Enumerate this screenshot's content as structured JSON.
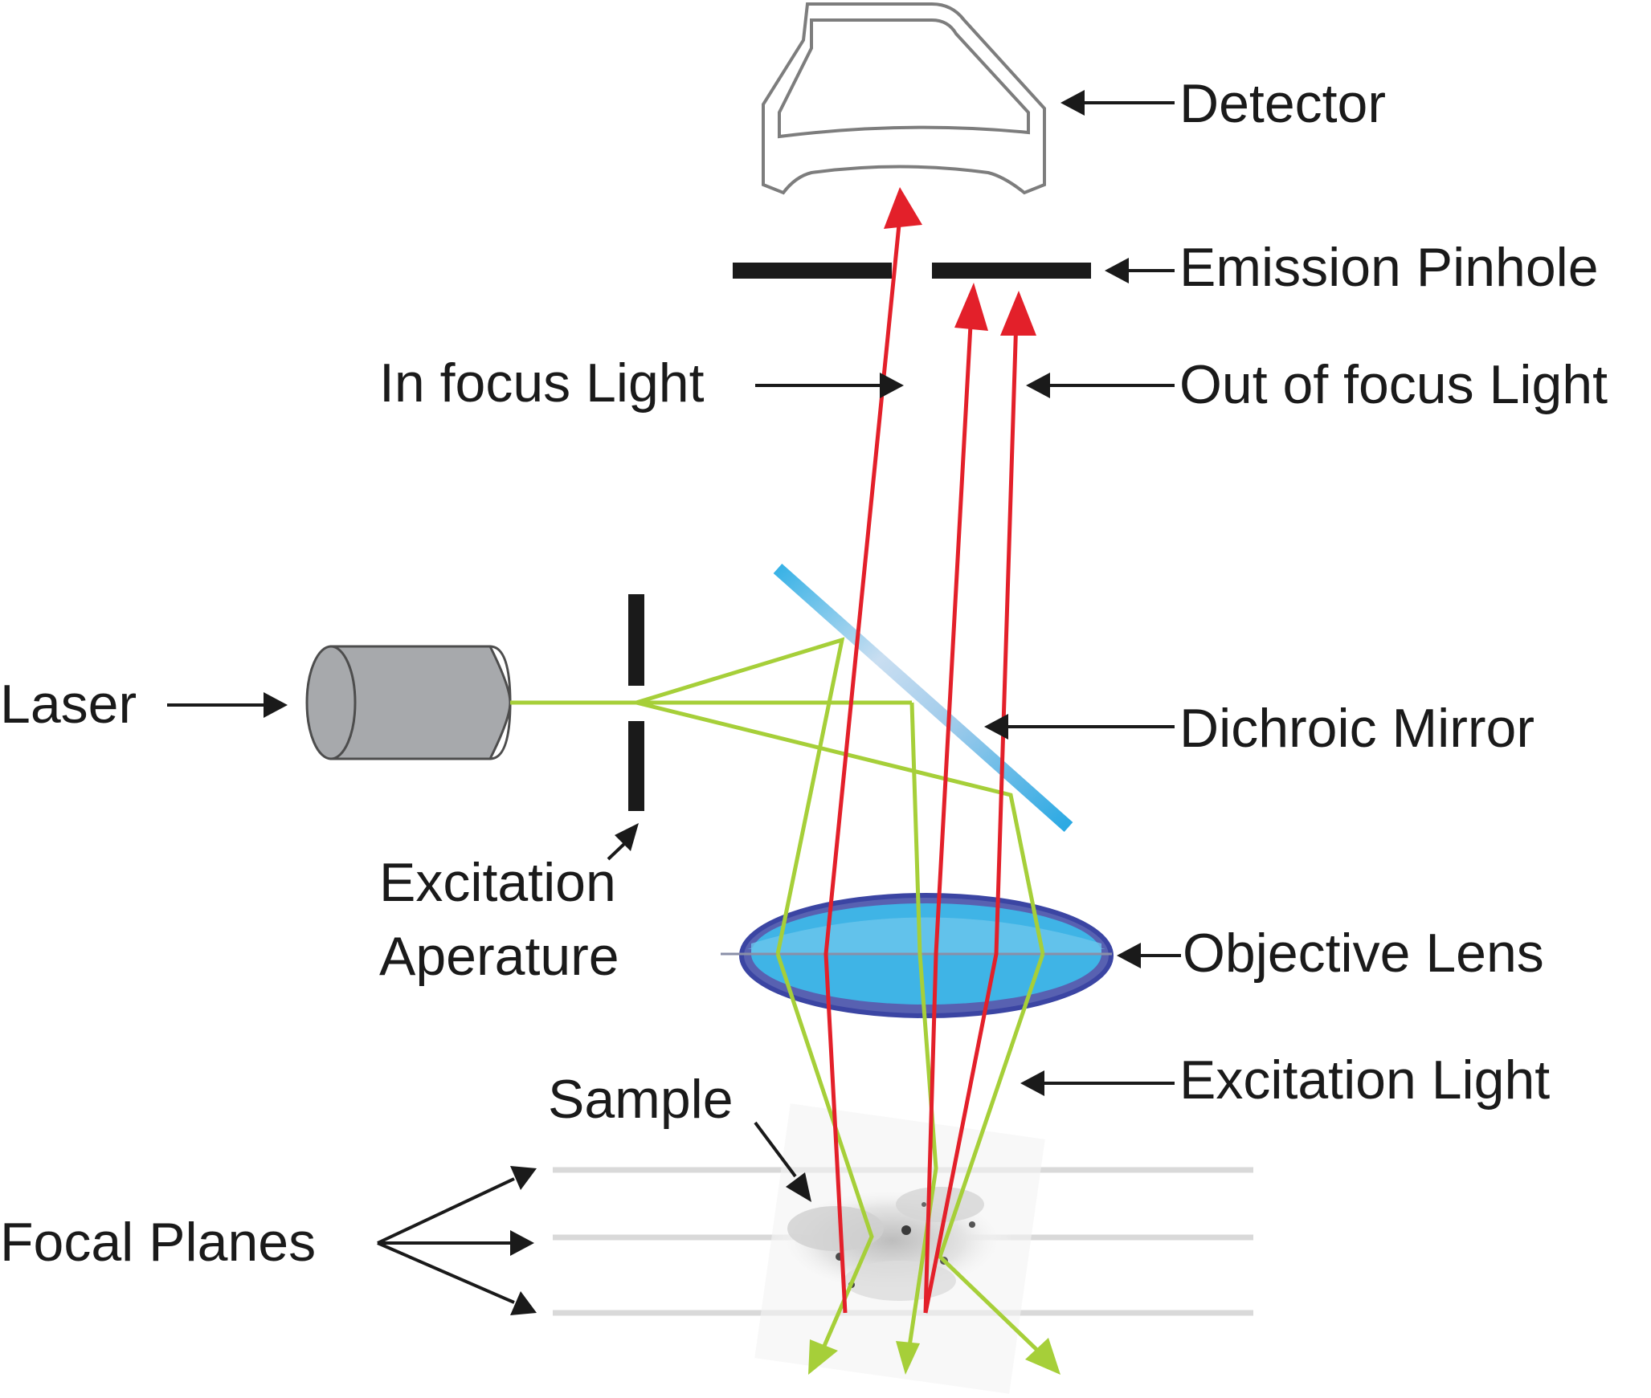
{
  "labels": {
    "detector": "Detector",
    "emission_pinhole": "Emission Pinhole",
    "in_focus_light": "In focus Light",
    "out_of_focus_light": "Out of focus Light",
    "laser": "Laser",
    "dichroic_mirror": "Dichroic Mirror",
    "excitation_aperture_line1": "Excitation",
    "excitation_aperture_line2": "Aperature",
    "objective_lens": "Objective Lens",
    "excitation_light": "Excitation Light",
    "sample": "Sample",
    "focal_planes": "Focal Planes"
  },
  "colors": {
    "excitation_light": "#a6cf39",
    "emission_light": "#e3202a",
    "lens_fill": "#3fb4e6",
    "lens_rim": "#3b45a3",
    "mirror": "#38b2e6",
    "laser_body": "#a7a9ac",
    "focal_plane": "#d9d9d9"
  }
}
